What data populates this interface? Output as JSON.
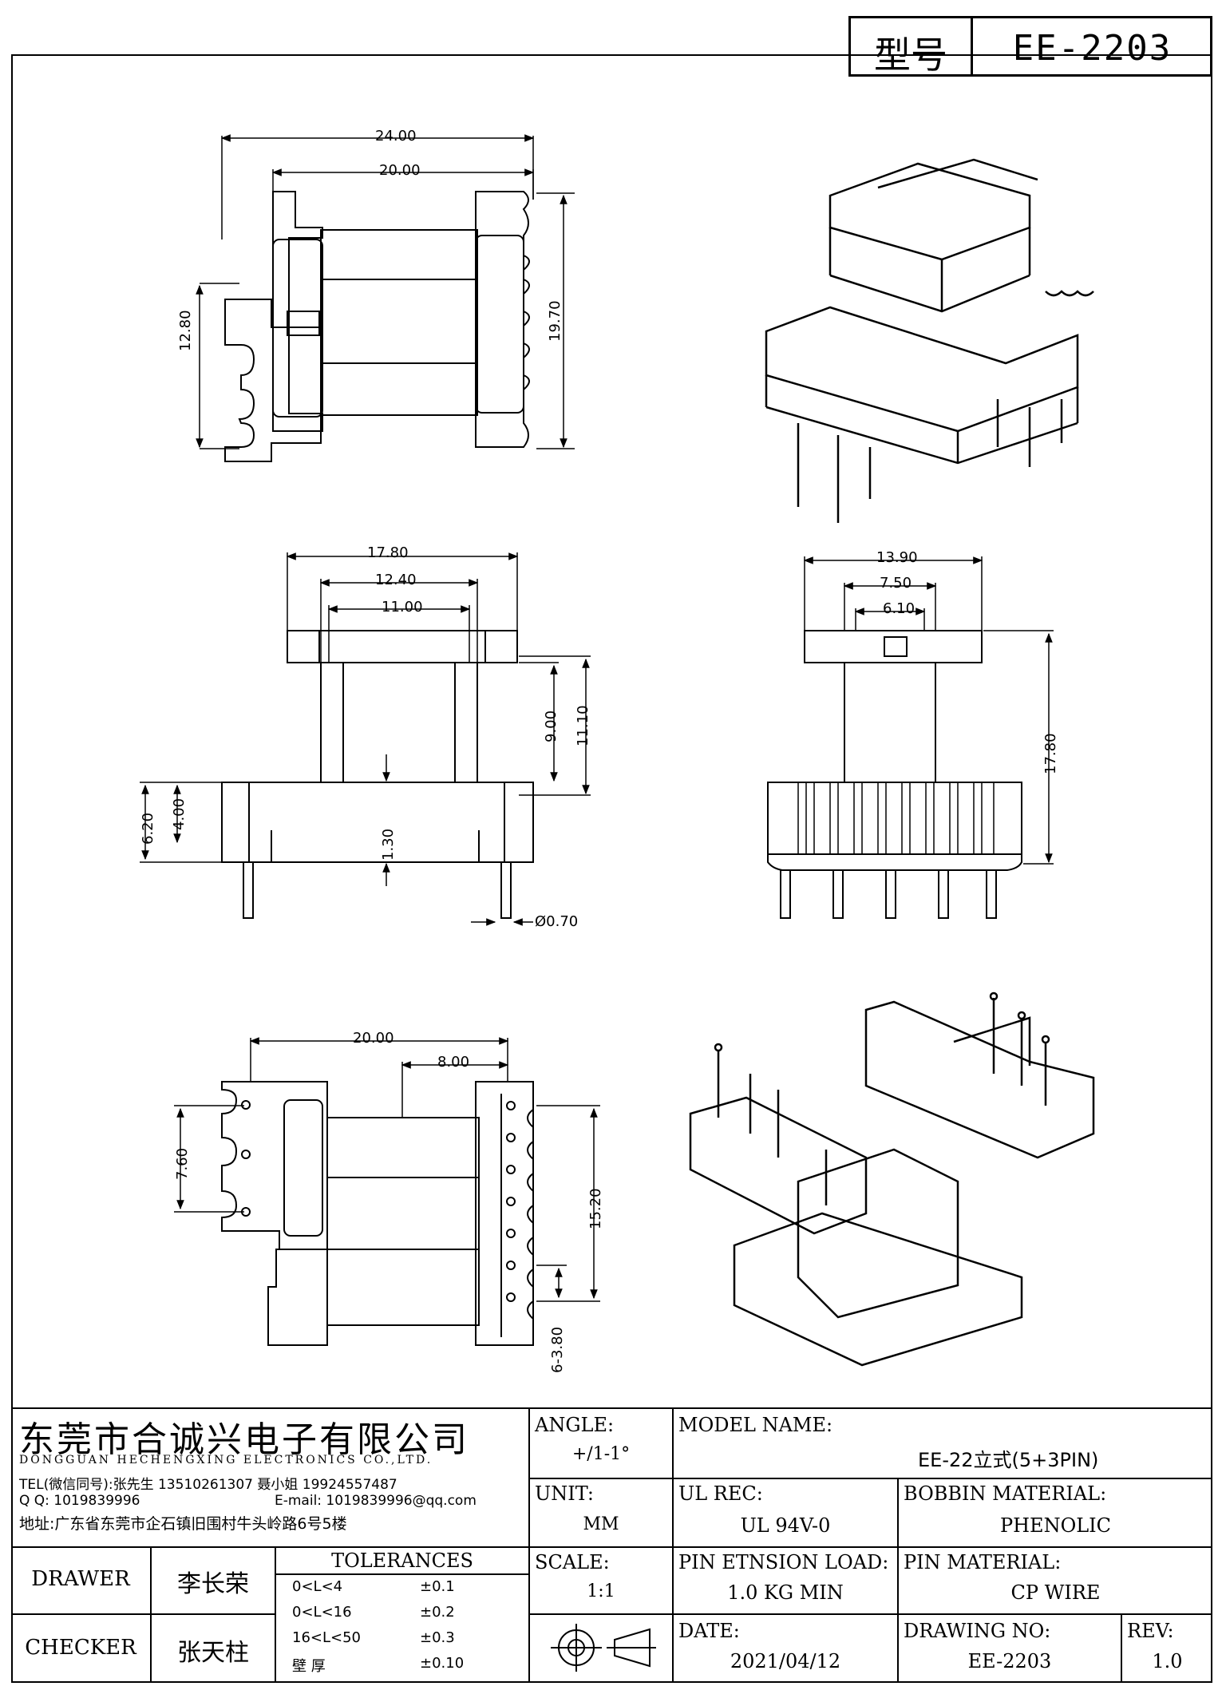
{
  "header": {
    "model_label": "型号",
    "model_value": "EE-2203"
  },
  "dims": {
    "A": "24.00",
    "B": "20.00",
    "C": "12.80",
    "D": "19.70",
    "E": "17.80",
    "F": "12.40",
    "G": "11.00",
    "H": "9.00",
    "I": "11.10",
    "J": "6.20",
    "K": "4.00",
    "L": "1.30",
    "M": "Ø0.70",
    "N": "13.90",
    "O": "7.50",
    "P": "6.10",
    "Q": "17.80",
    "R": "20.00",
    "S": "8.00",
    "T": "7.60",
    "U": "15.20",
    "V": "6-3.80"
  },
  "company": {
    "name_cn": "东莞市合诚兴电子有限公司",
    "name_en": "DONGGUAN HECHENGXING ELECTRONICS CO.,LTD.",
    "tel": "TEL(微信同号):张先生 13510261307 聂小姐 19924557487",
    "qq": "Q Q: 1019839996",
    "email": "E-mail: 1019839996@qq.com",
    "address": "地址:广东省东莞市企石镇旧围村牛头岭路6号5楼"
  },
  "spec": {
    "angle_label": "ANGLE:",
    "angle_value": "+/1-1°",
    "unit_label": "UNIT:",
    "unit_value": "MM",
    "scale_label": "SCALE:",
    "scale_value": "1:1",
    "model_name_label": "MODEL NAME:",
    "model_name_value": "EE-22立式(5+3PIN)",
    "ul_label": "UL REC:",
    "ul_value": "UL 94V-0",
    "bobbin_label": "BOBBIN MATERIAL:",
    "bobbin_value": "PHENOLIC",
    "pin_tension_label": "PIN ETNSION LOAD:",
    "pin_tension_value": "1.0 KG MIN",
    "pin_material_label": "PIN MATERIAL:",
    "pin_material_value": "CP WIRE",
    "date_label": "DATE:",
    "date_value": "2021/04/12",
    "drawing_no_label": "DRAWING NO:",
    "drawing_no_value": "EE-2203",
    "rev_label": "REV:",
    "rev_value": "1.0"
  },
  "people": {
    "drawer_label": "DRAWER",
    "drawer_name": "李长荣",
    "checker_label": "CHECKER",
    "checker_name": "张天柱"
  },
  "tolerances": {
    "title": "TOLERANCES",
    "rows": [
      {
        "range": "0<L<4",
        "value": "±0.1"
      },
      {
        "range": "0<L<16",
        "value": "±0.2"
      },
      {
        "range": "16<L<50",
        "value": "±0.3"
      },
      {
        "range": "壁  厚",
        "value": "±0.10"
      }
    ]
  }
}
